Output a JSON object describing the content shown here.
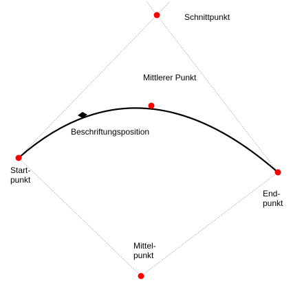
{
  "labels": {
    "intersection": "Schnittpunkt",
    "middle_point": "Mittlerer Punkt",
    "label_position": "Beschriftungsposition",
    "start_point": [
      "Start-",
      "punkt"
    ],
    "end_point": [
      "End-",
      "punkt"
    ],
    "center_point": [
      "Mittel-",
      "punkt"
    ]
  },
  "colors": {
    "point": "#ff0000",
    "arc": "#000000",
    "guide": "#b3b3b3",
    "label_marker": "#000000"
  }
}
